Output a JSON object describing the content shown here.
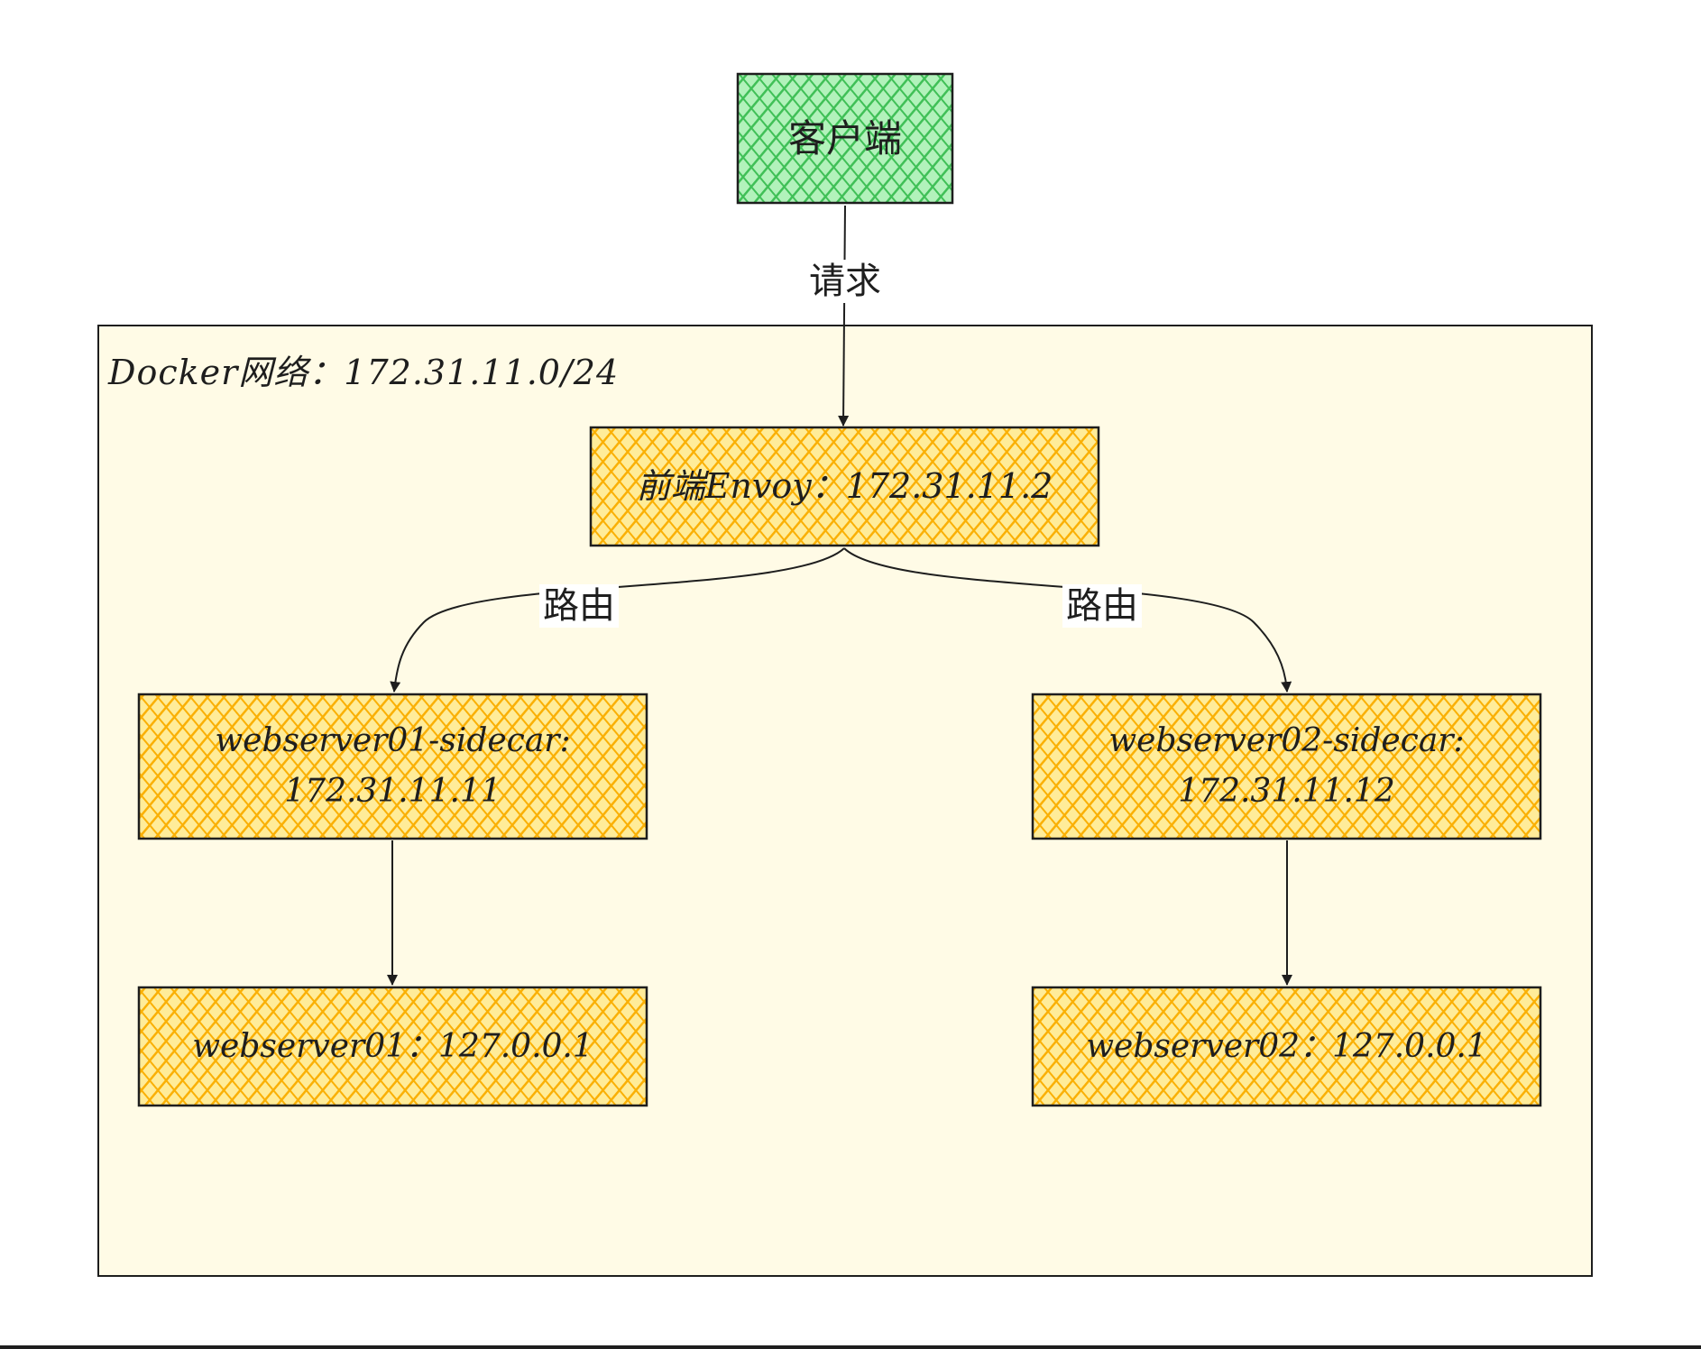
{
  "diagram": {
    "network": {
      "label": "Docker网络：172.31.11.0/24"
    },
    "nodes": {
      "client": {
        "label": "客户端",
        "fill": "#40c057"
      },
      "envoy": {
        "label": "前端Envoy：172.31.11.2",
        "fill": "#fab005"
      },
      "sidecar1": {
        "line1": "webserver01-sidecar:",
        "line2": "172.31.11.11",
        "fill": "#fab005"
      },
      "sidecar2": {
        "line1": "webserver02-sidecar:",
        "line2": "172.31.11.12",
        "fill": "#fab005"
      },
      "server1": {
        "label": "webserver01：127.0.0.1",
        "fill": "#fab005"
      },
      "server2": {
        "label": "webserver02：127.0.0.1",
        "fill": "#fab005"
      }
    },
    "edges": {
      "request": {
        "from": "client",
        "to": "envoy",
        "label": "请求"
      },
      "route1": {
        "from": "envoy",
        "to": "sidecar1",
        "label": "路由"
      },
      "route2": {
        "from": "envoy",
        "to": "sidecar2",
        "label": "路由"
      },
      "local1": {
        "from": "sidecar1",
        "to": "server1"
      },
      "local2": {
        "from": "sidecar2",
        "to": "server2"
      }
    },
    "colors": {
      "stroke": "#1e1e1e",
      "network_fill": "#fffbe6"
    }
  }
}
